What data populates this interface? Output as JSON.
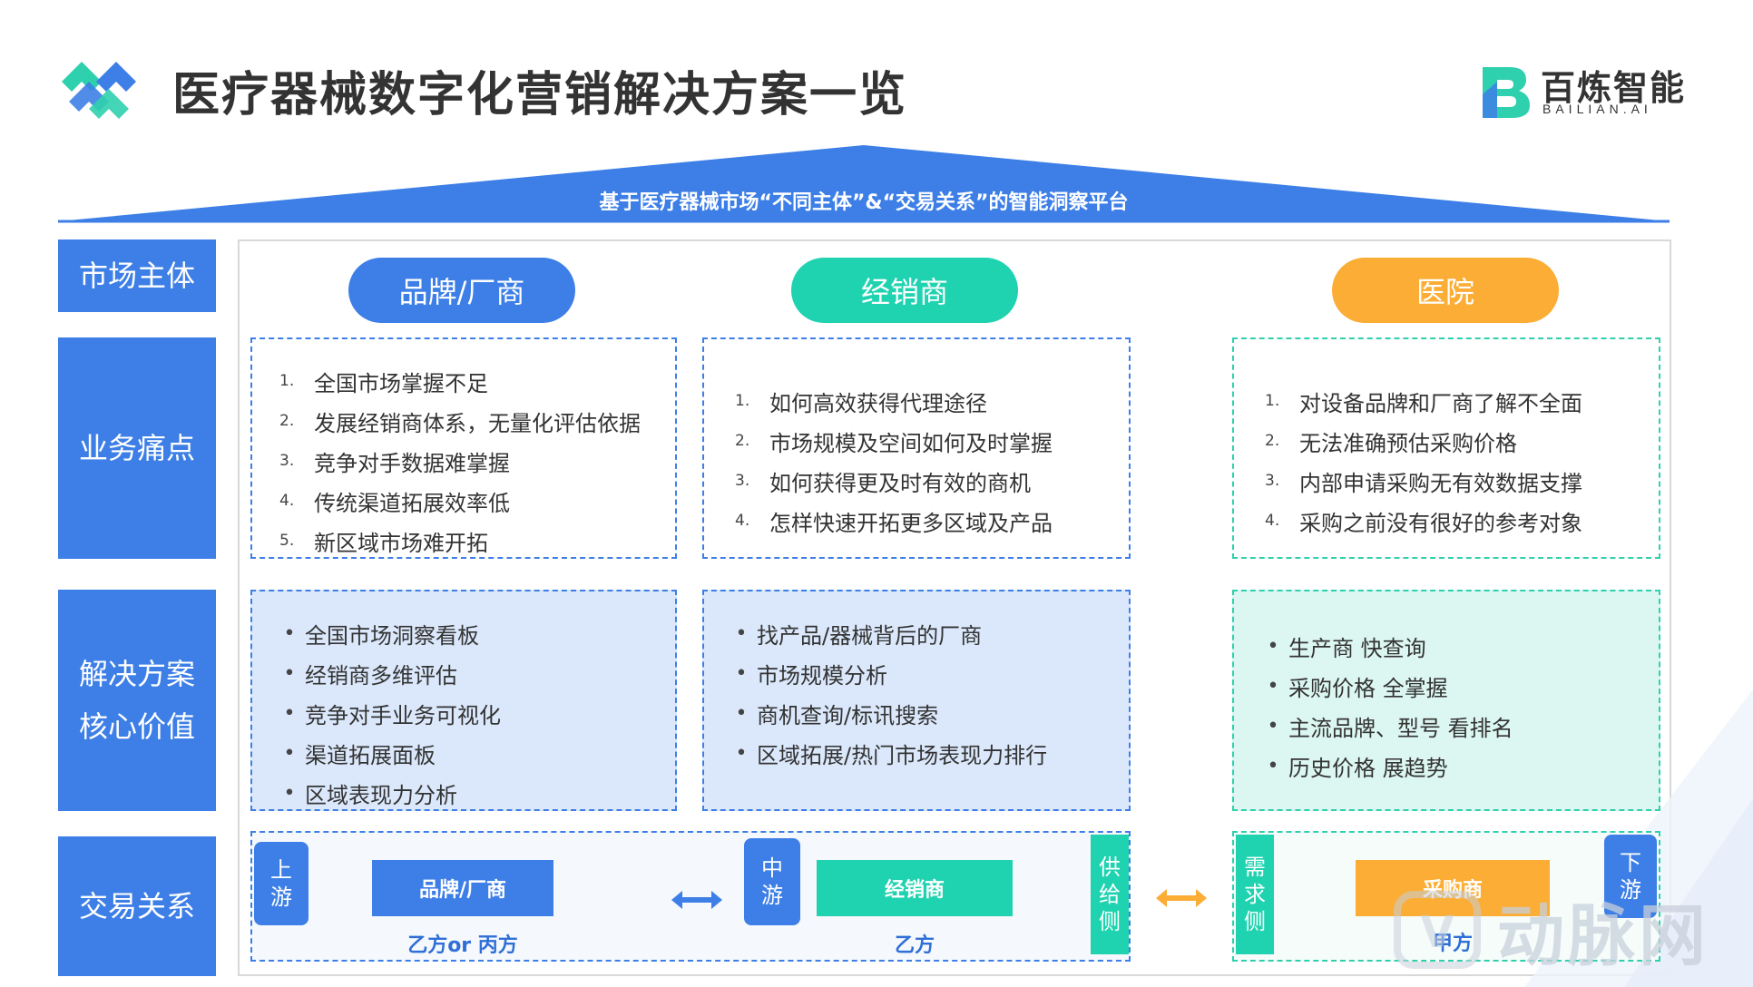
{
  "header": {
    "title": "医疗器械数字化营销解决方案一览",
    "brand_name": "百炼智能",
    "brand_sub": "BAILIAN.AI"
  },
  "banner": {
    "text": "基于医疗器械市场“不同主体”&“交易关系”的智能洞察平台"
  },
  "row_labels": {
    "market_subject": "市场主体",
    "pain_points": "业务痛点",
    "solution_line1": "解决方案",
    "solution_line2": "核心价值",
    "transaction": "交易关系"
  },
  "subjects": {
    "brand": "品牌/厂商",
    "dealer": "经销商",
    "hospital": "医院"
  },
  "pain_points": {
    "brand": [
      {
        "n": "1.",
        "text": "全国市场掌握不足"
      },
      {
        "n": "2.",
        "text": "发展经销商体系，无量化评估依据"
      },
      {
        "n": "3.",
        "text": "竞争对手数据难掌握"
      },
      {
        "n": "4.",
        "text": "传统渠道拓展效率低"
      },
      {
        "n": "5.",
        "text": "新区域市场难开拓"
      }
    ],
    "dealer": [
      {
        "n": "1.",
        "text": "如何高效获得代理途径"
      },
      {
        "n": "2.",
        "text": "市场规模及空间如何及时掌握"
      },
      {
        "n": "3.",
        "text": "如何获得更及时有效的商机"
      },
      {
        "n": "4.",
        "text": "怎样快速开拓更多区域及产品"
      }
    ],
    "hospital": [
      {
        "n": "1.",
        "text": "对设备品牌和厂商了解不全面"
      },
      {
        "n": "2.",
        "text": "无法准确预估采购价格"
      },
      {
        "n": "3.",
        "text": "内部申请采购无有效数据支撑"
      },
      {
        "n": "4.",
        "text": "采购之前没有很好的参考对象"
      }
    ]
  },
  "solutions": {
    "bullet": "•",
    "brand": [
      "全国市场洞察看板",
      "经销商多维评估",
      "竞争对手业务可视化",
      "渠道拓展面板",
      "区域表现力分析"
    ],
    "dealer": [
      "找产品/器械背后的厂商",
      "市场规模分析",
      "商机查询/标讯搜索",
      "区域拓展/热门市场表现力排行"
    ],
    "hospital": [
      "生产商 快查询",
      "采购价格 全掌握",
      "主流品牌、型号 看排名",
      "历史价格 展趋势"
    ]
  },
  "transaction": {
    "upstream": "上游",
    "midstream": "中游",
    "supply_side": "供给侧",
    "demand_side": "需求侧",
    "downstream": "下游",
    "node_brand": "品牌/厂商",
    "node_dealer": "经销商",
    "node_buyer": "采购商",
    "label_brand": "乙方or 丙方",
    "label_dealer": "乙方",
    "label_buyer": "甲方"
  },
  "watermark": {
    "text": "动脉网"
  },
  "colors": {
    "blue": "#3d7fe6",
    "teal": "#1fd3b0",
    "orange": "#fbad35",
    "light_blue_fill": "#dbe8fb",
    "light_teal_fill": "#dcf7f1"
  }
}
